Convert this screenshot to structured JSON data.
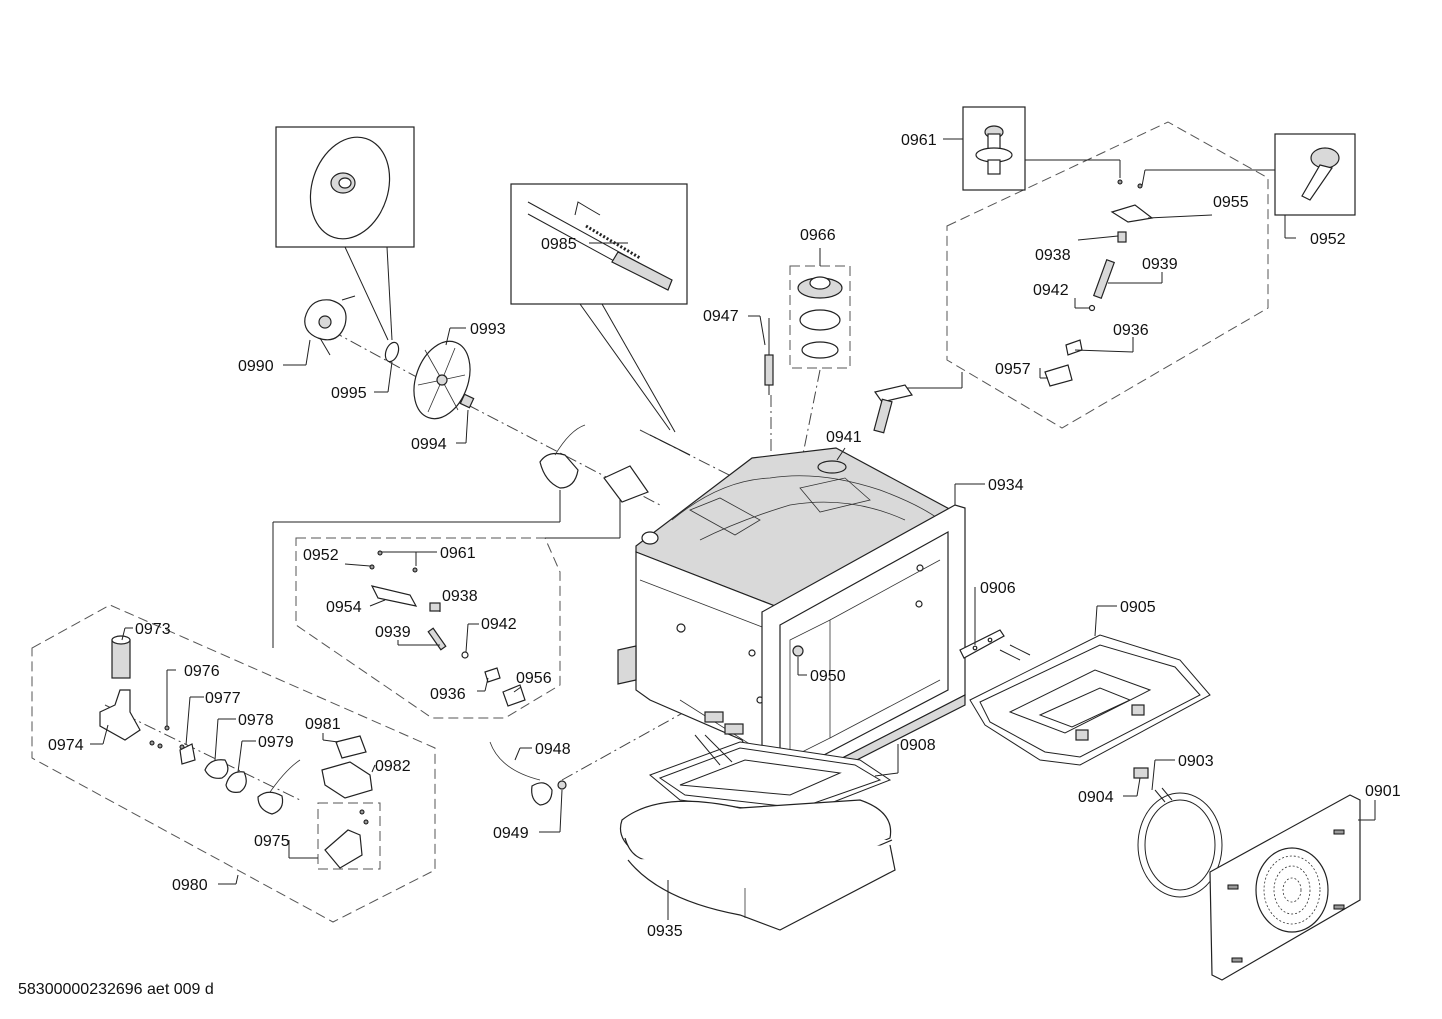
{
  "diagram_code": "58300000232696 aet 009 d",
  "part_labels": {
    "p0901": "0901",
    "p0903": "0903",
    "p0904": "0904",
    "p0905": "0905",
    "p0906": "0906",
    "p0908": "0908",
    "p0934": "0934",
    "p0935": "0935",
    "p0936a": "0936",
    "p0936b": "0936",
    "p0938a": "0938",
    "p0938b": "0938",
    "p0939a": "0939",
    "p0939b": "0939",
    "p0941": "0941",
    "p0942a": "0942",
    "p0942b": "0942",
    "p0947": "0947",
    "p0948": "0948",
    "p0949": "0949",
    "p0950": "0950",
    "p0952a": "0952",
    "p0952b": "0952",
    "p0954": "0954",
    "p0955": "0955",
    "p0956": "0956",
    "p0957": "0957",
    "p0961a": "0961",
    "p0961b": "0961",
    "p0966": "0966",
    "p0973": "0973",
    "p0974": "0974",
    "p0975": "0975",
    "p0976": "0976",
    "p0977": "0977",
    "p0978": "0978",
    "p0979": "0979",
    "p0980": "0980",
    "p0981": "0981",
    "p0982": "0982",
    "p0985": "0985",
    "p0990": "0990",
    "p0993": "0993",
    "p0994": "0994",
    "p0995": "0995"
  }
}
